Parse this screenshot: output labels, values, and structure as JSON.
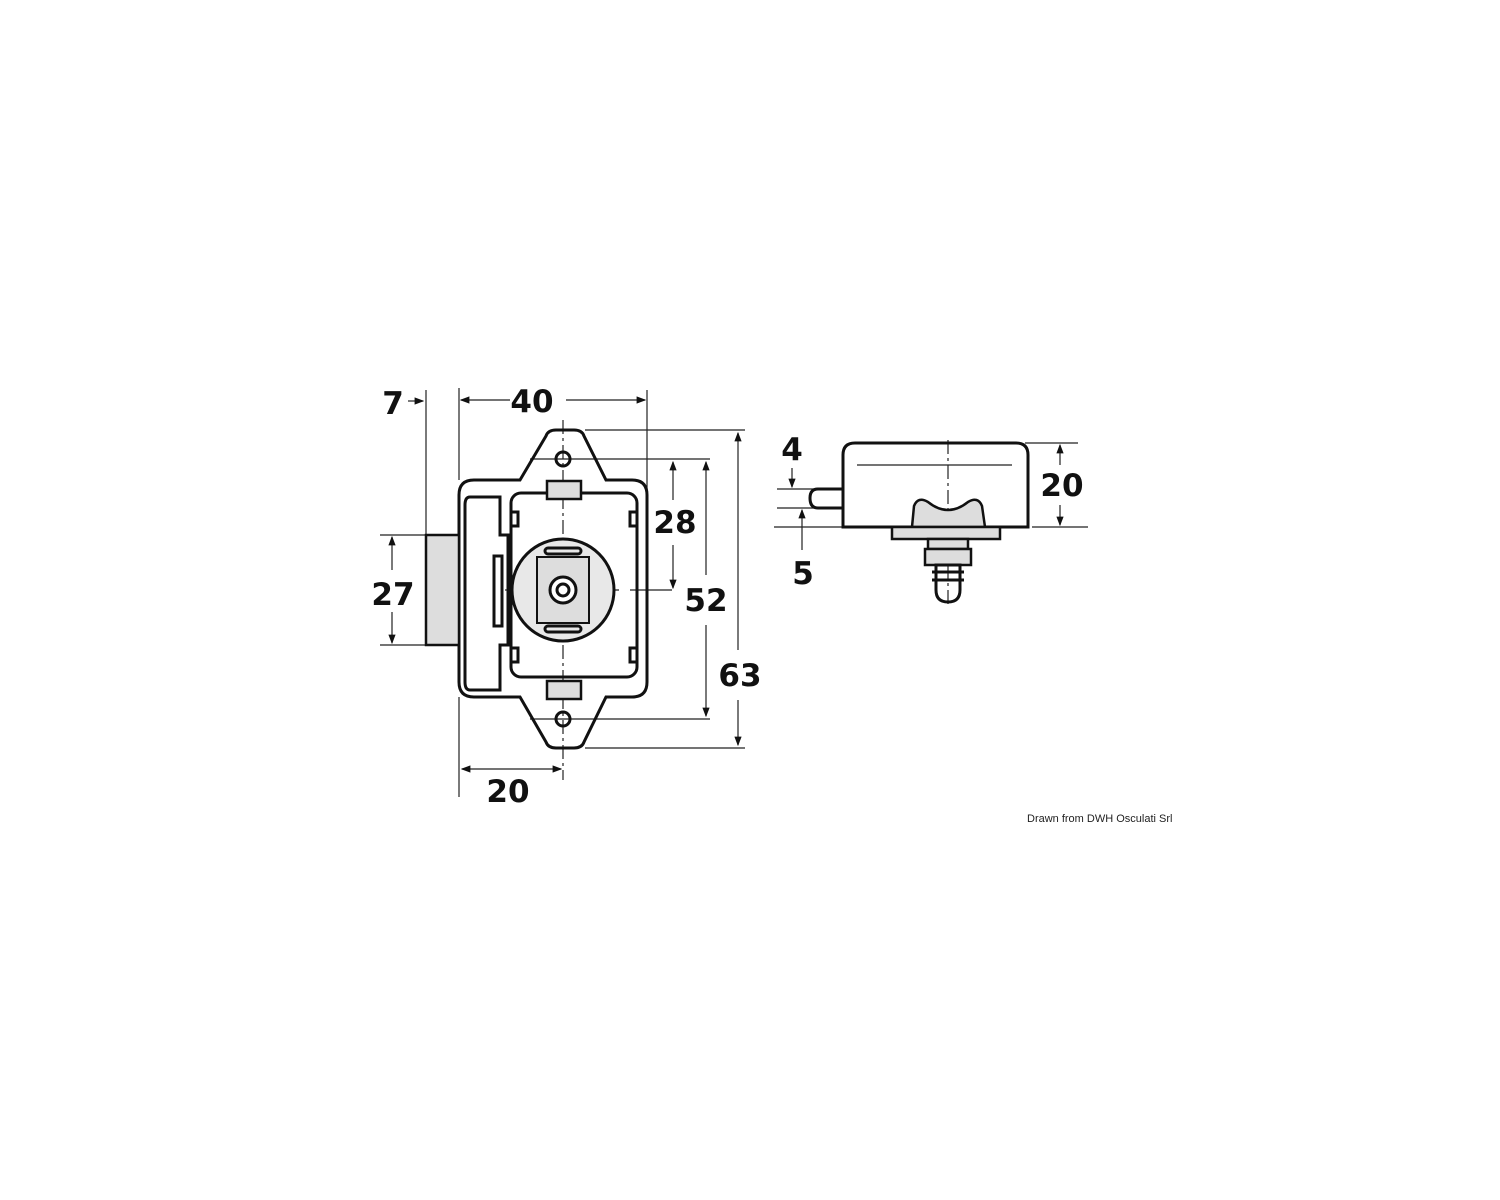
{
  "drawing": {
    "front_view": {
      "dimensions": {
        "bolt_projection": "7",
        "width": "40",
        "bolt_height": "27",
        "center_offset_top": "28",
        "hole_spacing": "52",
        "overall_height": "63",
        "center_offset_side": "20"
      }
    },
    "side_view": {
      "dimensions": {
        "pin_height": "4",
        "pin_offset": "5",
        "depth": "20"
      }
    },
    "credit": "Drawn from DWH Osculati Srl"
  }
}
